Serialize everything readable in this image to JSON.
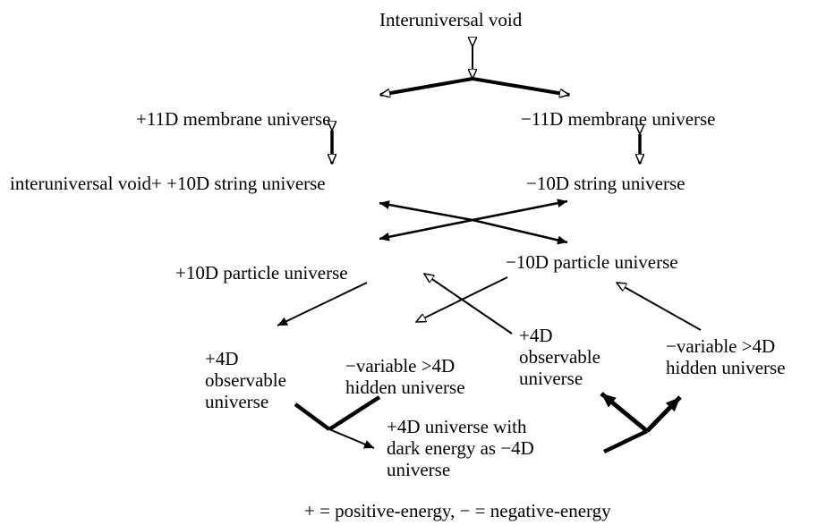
{
  "nodes": {
    "void_top": "Interuniversal void",
    "membrane_pos": "+11D membrane universe",
    "membrane_neg": "−11D membrane universe",
    "string_pos": "interuniversal void+ +10D string universe",
    "string_neg": "−10D string universe",
    "particle_pos": "+10D particle universe",
    "particle_neg": "−10D particle universe",
    "obs_left_l1": "+4D",
    "obs_left_l2": "observable",
    "obs_left_l3": "universe",
    "hidden_mid_l1": "−variable >4D",
    "hidden_mid_l2": "hidden universe",
    "obs_mid_l1": "+4D",
    "obs_mid_l2": "observable",
    "obs_mid_l3": "universe",
    "hidden_right_l1": "−variable >4D",
    "hidden_right_l2": "hidden universe",
    "dark_l1": "+4D universe with",
    "dark_l2": "dark energy as −4D",
    "dark_l3": "universe"
  },
  "legend": "+ = positive-energy,  − = negative-energy",
  "colors": {
    "ink": "#000000",
    "background": "#ffffff"
  }
}
